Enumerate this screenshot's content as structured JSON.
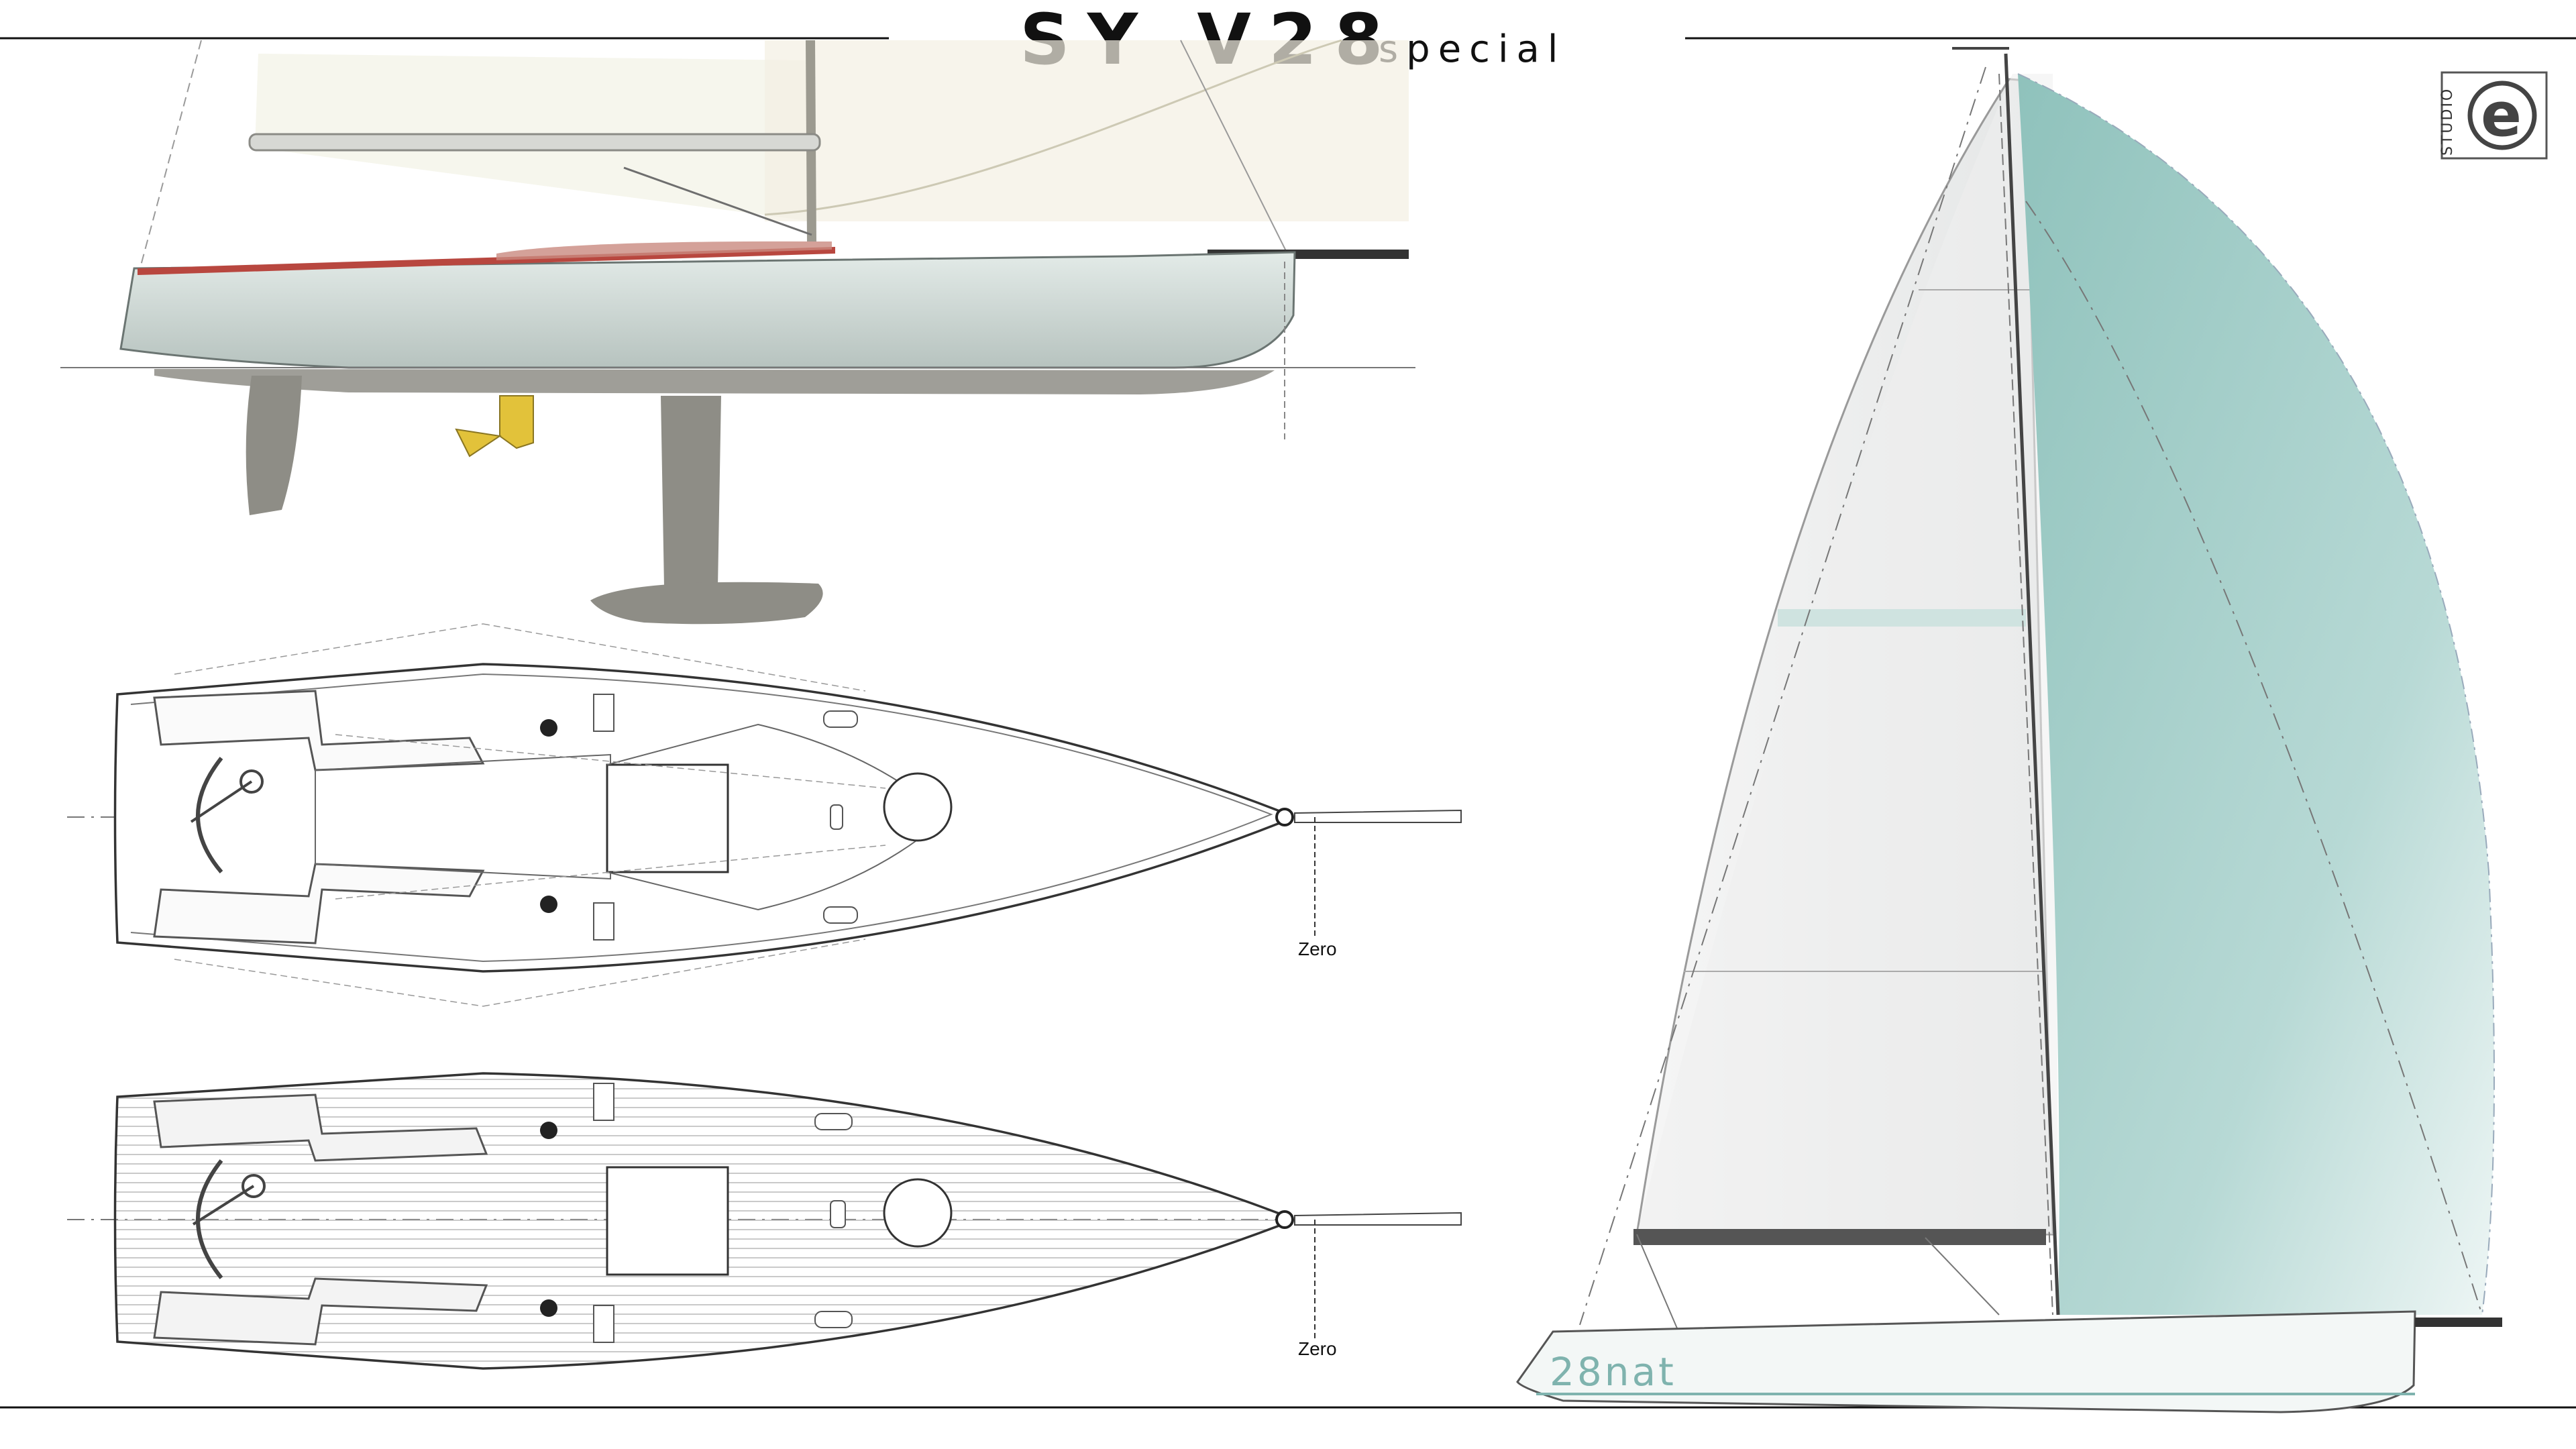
{
  "title": {
    "main": "SY V28",
    "sub": "special"
  },
  "plans": {
    "deck_zero_label": "Zero",
    "teak_zero_label": "Zero"
  },
  "sail_plan": {
    "hull_name": "28nat"
  },
  "logo": {
    "text": "STUDIO",
    "mark": "e"
  },
  "colors": {
    "gennaker": "#9fcbc6",
    "hull_side": "#cfd9d6",
    "sheer_stripe": "#b8473f",
    "appendages": "#8e8d86",
    "engine_leg": "#e2c23a",
    "sail_cloth": "#f3f0e2"
  }
}
